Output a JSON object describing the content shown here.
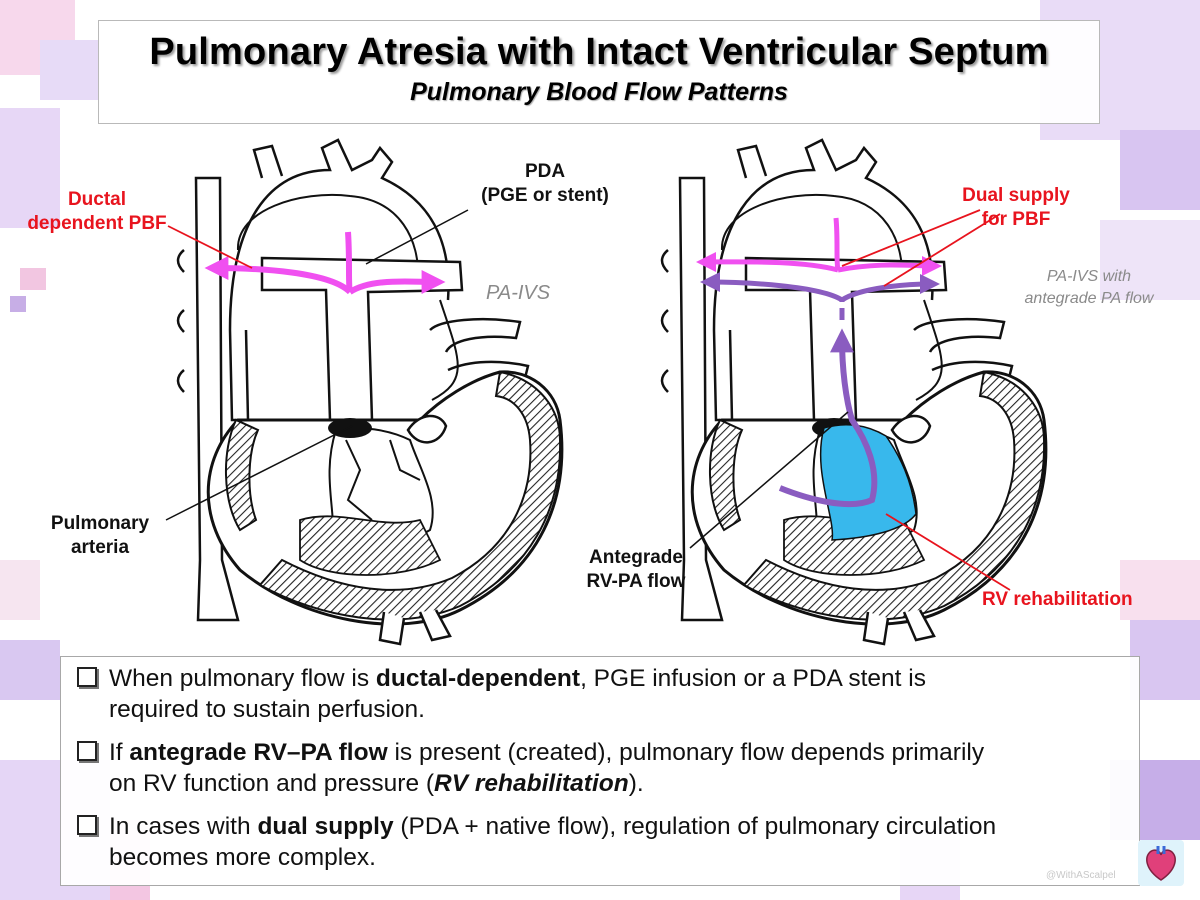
{
  "header": {
    "title": "Pulmonary Atresia with Intact Ventricular Septum",
    "subtitle": "Pulmonary Blood Flow Patterns"
  },
  "left_panel": {
    "label_ductal": [
      "Ductal",
      "dependent PBF"
    ],
    "label_pda": [
      "PDA",
      "(PGE or stent)"
    ],
    "label_pa_ivs": "PA-IVS",
    "label_pulmonary": [
      "Pulmonary",
      "arteria"
    ]
  },
  "right_panel": {
    "label_dual": [
      "Dual supply",
      "for PBF"
    ],
    "label_pa_ivs": [
      "PA-IVS with",
      "antegrade PA flow"
    ],
    "label_antegrade": [
      "Antegrade",
      "RV-PA flow"
    ],
    "label_rv_rehab": "RV rehabilitation"
  },
  "bullets": [
    {
      "p1": "When pulmonary flow is ",
      "b1": "ductal-dependent",
      "p2": ", PGE infusion or a PDA stent is",
      "line2": "required to sustain perfusion."
    },
    {
      "p1": "If ",
      "b1": "antegrade RV–PA flow",
      "p2": " is present (created), pulmonary flow depends primarily",
      "line2a": "on RV function and pressure (",
      "line2b": "RV rehabilitation",
      "line2c": ")."
    },
    {
      "p1": "In cases with ",
      "b1": "dual supply",
      "p2": " (PDA + native flow), regulation of pulmonary circulation",
      "line2": "becomes more complex."
    }
  ],
  "footer": {
    "credit": "@WithAScalpel"
  },
  "colors": {
    "accent_red": "#e8141e",
    "pda_flow_magenta": "#f050f0",
    "antegrade_flow_purple": "#8a5cc0",
    "rv_fill_blue": "#38b8ec",
    "deco_lavender": "#c9b6ec",
    "deco_pink": "#f6cfe6"
  },
  "icons": {
    "bullet": "checkbox-square-icon",
    "logo": "heart-logo-icon"
  }
}
